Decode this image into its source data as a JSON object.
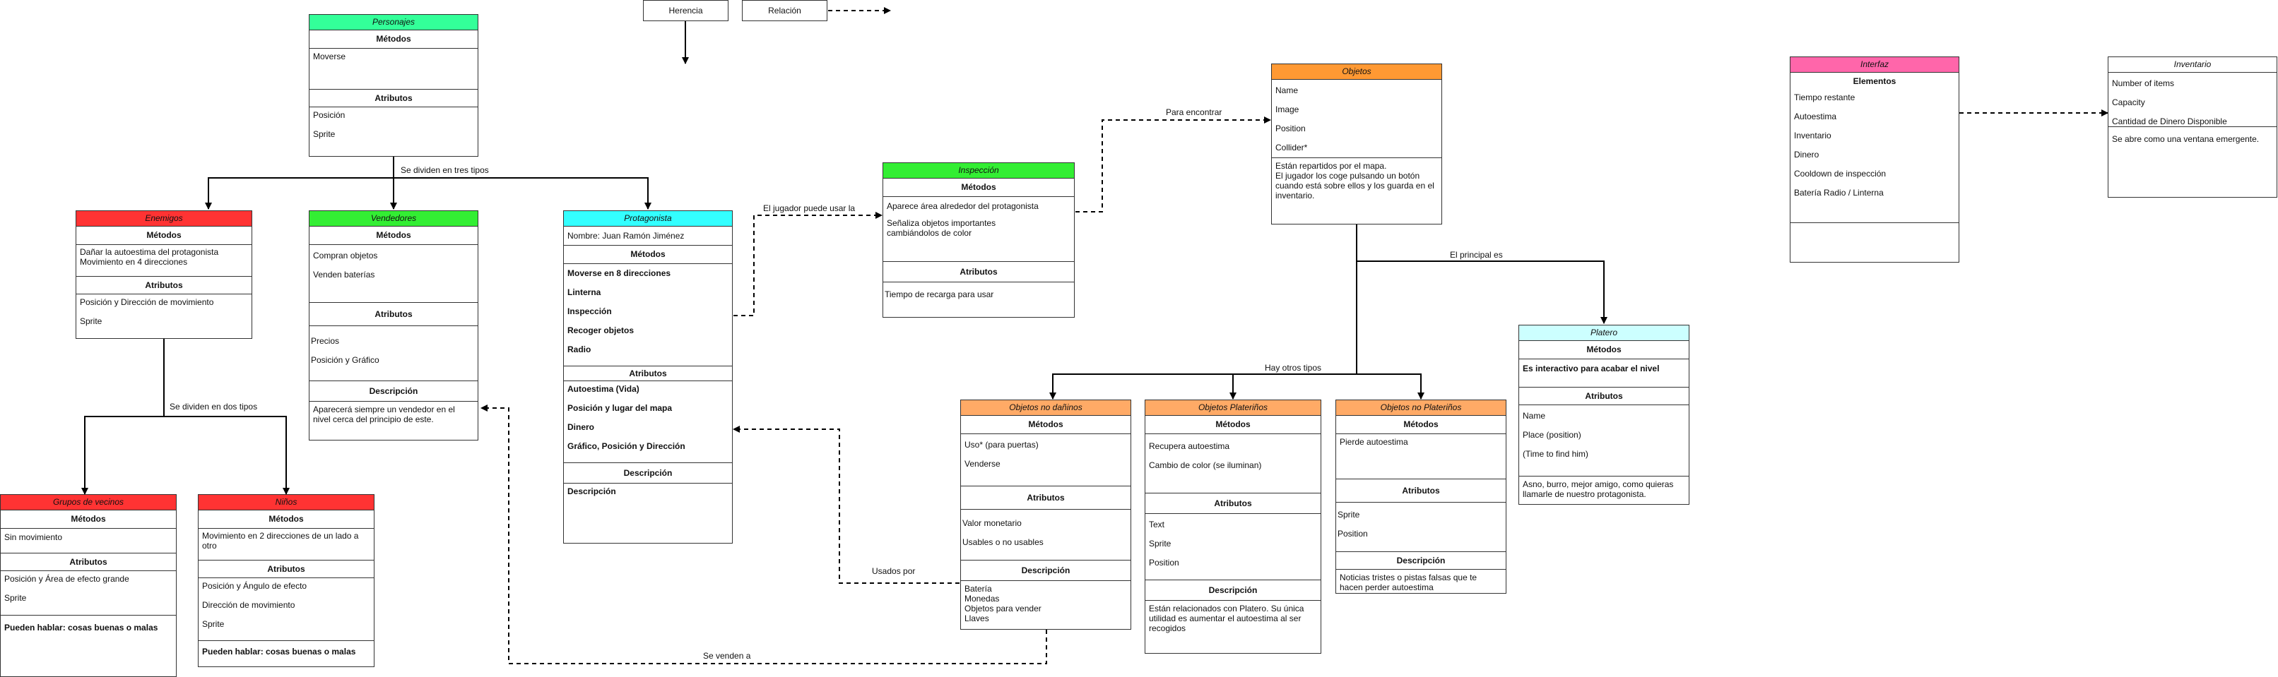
{
  "legend": {
    "herencia": "Herencia",
    "relacion": "Relación"
  },
  "labels": {
    "tres_tipos": "Se dividen en tres tipos",
    "dos_tipos": "Se dividen en dos tipos",
    "puede_usar": "El jugador puede usar la",
    "para_encontrar": "Para encontrar",
    "principal": "El principal es",
    "otros_tipos": "Hay otros tipos",
    "usados_por": "Usados por",
    "se_venden": "Se venden a"
  },
  "colors": {
    "personajes": "#33ff99",
    "enemigos": "#ff3333",
    "vendedores": "#33ee33",
    "protagonista": "#33ffff",
    "inspeccion": "#33ee33",
    "objetos": "#ff9933",
    "nodanino": "#ffaa66",
    "platero": "#ccffff",
    "interfaz": "#ff66aa",
    "inventario": "#ffffff"
  },
  "personajes": {
    "title": "Personajes",
    "metodos_title": "Métodos",
    "metodos": [
      "Moverse"
    ],
    "atributos_title": "Atributos",
    "atributos": [
      "Posición",
      "Sprite"
    ]
  },
  "enemigos": {
    "title": "Enemigos",
    "metodos_title": "Métodos",
    "metodos": [
      "Dañar la autoestima del protagonista\nMovimiento en 4 direcciones"
    ],
    "atributos_title": "Atributos",
    "atributos": [
      "Posición y Dirección de movimiento",
      "Sprite"
    ]
  },
  "vendedores": {
    "title": "Vendedores",
    "metodos_title": "Métodos",
    "metodos": [
      "Compran objetos",
      "Venden baterías"
    ],
    "atributos_title": "Atributos",
    "atributos": [
      "Precios",
      "Posición y Gráfico"
    ],
    "descripcion_title": "Descripción",
    "descripcion": [
      "Aparecerá siempre un vendedor en el nivel cerca del principio de este."
    ]
  },
  "protagonista": {
    "title": "Protagonista",
    "nombre": "Nombre: Juan Ramón Jiménez",
    "metodos_title": "Métodos",
    "metodos": [
      "Moverse en 8 direcciones",
      "Linterna",
      "Inspección",
      "Recoger objetos",
      "Radio"
    ],
    "atributos_title": "Atributos",
    "atributos": [
      "Autoestima (Vida)",
      "Posición y lugar del mapa",
      "Dinero",
      "Gráfico, Posición y Dirección"
    ],
    "descripcion_title": "Descripción",
    "descripcion": [
      "Descripción"
    ]
  },
  "vecinos": {
    "title": "Grupos de vecinos",
    "metodos_title": "Métodos",
    "metodos": [
      "Sin movimiento"
    ],
    "atributos_title": "Atributos",
    "atributos": [
      "Posición y Área de efecto grande",
      "Sprite"
    ],
    "extra": "Pueden hablar: cosas buenas o malas"
  },
  "ninos": {
    "title": "Niños",
    "metodos_title": "Métodos",
    "metodos": [
      "Movimiento en 2 direcciones de un lado a otro"
    ],
    "atributos_title": "Atributos",
    "atributos": [
      "Posición y Ángulo de efecto",
      "Dirección de movimiento",
      "Sprite"
    ],
    "extra": "Pueden hablar: cosas buenas o malas"
  },
  "inspeccion": {
    "title": "Inspección",
    "metodos_title": "Métodos",
    "metodos": [
      "Aparece área alrededor del protagonista",
      "Señaliza objetos importantes cambiándolos de color"
    ],
    "atributos_title": "Atributos",
    "atributos": [
      "Tiempo de recarga para usar"
    ]
  },
  "objetos": {
    "title": "Objetos",
    "atributos": [
      "Name",
      "Image",
      "Position",
      "Collider*"
    ],
    "descripcion": "Están repartidos por el mapa.\nEl jugador los coge pulsando un botón cuando está sobre ellos y los guarda en el inventario."
  },
  "nodanino": {
    "title": "Objetos no dañinos",
    "metodos_title": "Métodos",
    "metodos": [
      "Uso* (para puertas)",
      "Venderse"
    ],
    "atributos_title": "Atributos",
    "atributos": [
      "Valor monetario",
      "Usables o no usables"
    ],
    "descripcion_title": "Descripción",
    "descripcion": "Batería\nMonedas\nObjetos para vender\nLlaves"
  },
  "plateriños": {
    "title": "Objetos Plateriños",
    "metodos_title": "Métodos",
    "metodos": [
      "Recupera autoestima",
      "Cambio de color (se iluminan)"
    ],
    "atributos_title": "Atributos",
    "atributos": [
      "Text",
      "Sprite",
      "Position"
    ],
    "descripcion_title": "Descripción",
    "descripcion": "Están relacionados con Platero. Su única utilidad es aumentar el autoestima al ser recogidos"
  },
  "noplateriños": {
    "title": "Objetos no Plateriños",
    "metodos_title": "Métodos",
    "metodos": [
      "Pierde autoestima"
    ],
    "atributos_title": "Atributos",
    "atributos": [
      "Sprite",
      "Position"
    ],
    "descripcion_title": "Descripción",
    "descripcion": "Noticias tristes o pistas falsas que te hacen perder autoestima"
  },
  "platero": {
    "title": "Platero",
    "metodos_title": "Métodos",
    "metodos": [
      "Es interactivo para acabar el nivel"
    ],
    "atributos_title": "Atributos",
    "atributos": [
      "Name",
      "Place (position)",
      "(Time to find him)"
    ],
    "descripcion": "Asno, burro, mejor amigo, como quieras llamarle de nuestro protagonista."
  },
  "interfaz": {
    "title": "Interfaz",
    "elementos_title": "Elementos",
    "elementos": [
      "Tiempo restante",
      "Autoestima",
      "Inventario",
      "Dinero",
      "Cooldown de inspección",
      "Batería Radio / Linterna"
    ]
  },
  "inventario": {
    "title": "Inventario",
    "atributos": [
      "Number of items",
      "Capacity",
      "Cantidad de Dinero Disponible"
    ],
    "descripcion": "Se abre como una ventana emergente."
  }
}
